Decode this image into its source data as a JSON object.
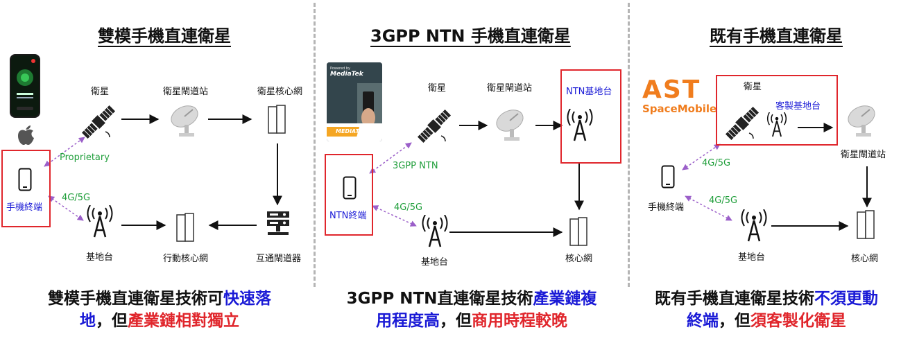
{
  "panels": [
    {
      "title": "雙模手機直連衛星",
      "labels": {
        "satellite": "衛星",
        "gateway": "衛星閘道站",
        "sat_core": "衛星核心網",
        "link_sat": "Proprietary",
        "link_bs": "4G/5G",
        "terminal": "手機終端",
        "base_station": "基地台",
        "mobile_core": "行動核心網",
        "interconnect": "互通閘道器"
      },
      "caption": {
        "line1_a": "雙模手機直連衛星技術可",
        "line1_b": "快速落",
        "line2_a": "地",
        "line2_b": "，但",
        "line2_c": "產業鏈相對獨立"
      }
    },
    {
      "title": "3GPP NTN 手機直連衛星",
      "labels": {
        "satellite": "衛星",
        "gateway": "衛星閘道站",
        "ntn_bs": "NTN基地台",
        "link_sat": "3GPP NTN",
        "link_bs": "4G/5G",
        "terminal": "NTN終端",
        "base_station": "基地台",
        "core": "核心網"
      },
      "photo_text": {
        "powered_by": "Powered by",
        "brand": "MediaTek",
        "logo": "MEDIATEK"
      },
      "caption": {
        "line1_a": "3GPP NTN直連衛星技術",
        "line1_b": "產業鏈複",
        "line2_a": "用程度高",
        "line2_b": "，但",
        "line2_c": "商用時程較晚"
      }
    },
    {
      "title": "既有手機直連衛星",
      "labels": {
        "satellite": "衛星",
        "custom_bs": "客製基地台",
        "gateway": "衛星閘道站",
        "link_sat": "4G/5G",
        "link_bs": "4G/5G",
        "terminal": "手機終端",
        "base_station": "基地台",
        "core": "核心網"
      },
      "logo": {
        "line1": "AST",
        "line2": "SpaceMobile"
      },
      "caption": {
        "line1_a": "既有手機直連衛星技術",
        "line1_b": "不須更動",
        "line2_a": "終端",
        "line2_b": "，但",
        "line2_c": "須客製化衛星"
      }
    }
  ],
  "colors": {
    "accent_blue": "#1a1ad6",
    "accent_red": "#e0262c",
    "link_green": "#1f9e3a",
    "link_purple": "#9b5fc9",
    "logo_orange": "#f07d1e"
  }
}
